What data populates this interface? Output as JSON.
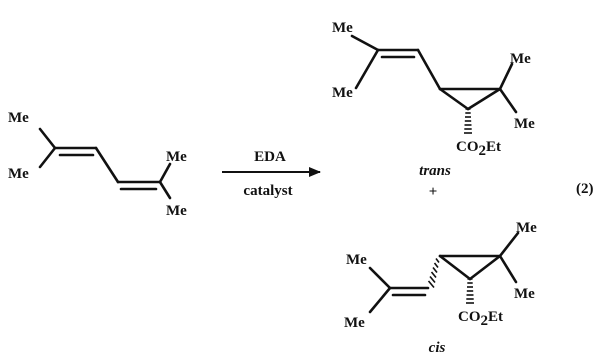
{
  "reactant": {
    "me_labels": [
      "Me",
      "Me",
      "Me",
      "Me"
    ]
  },
  "reaction": {
    "reagent": "EDA",
    "condition": "catalyst"
  },
  "trans_product": {
    "me_labels": [
      "Me",
      "Me",
      "Me",
      "Me"
    ],
    "ester_main": "CO",
    "ester_sub": "2",
    "ester_tail": "Et",
    "label": "trans"
  },
  "plus": "+",
  "equation_number": "(2)",
  "cis_product": {
    "me_labels": [
      "Me",
      "Me",
      "Me",
      "Me"
    ],
    "ester_main": "CO",
    "ester_sub": "2",
    "ester_tail": "Et",
    "label": "cis"
  }
}
